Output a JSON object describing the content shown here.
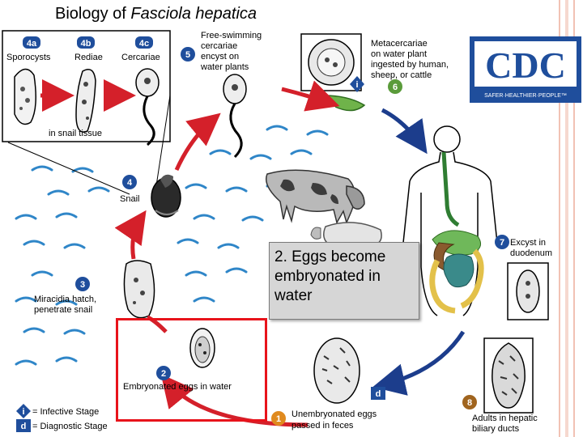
{
  "title": {
    "main": "Biology of ",
    "species": "Fasciola hepatica"
  },
  "logo": {
    "text": "CDC",
    "tagline": "SAFER·HEALTHIER·PEOPLE™"
  },
  "callout": {
    "text": "2. Eggs become embryonated in water"
  },
  "stages": {
    "s4a": {
      "num": "4a",
      "label": "Sporocysts"
    },
    "s4b": {
      "num": "4b",
      "label": "Rediae"
    },
    "s4c": {
      "num": "4c",
      "label": "Cercariae"
    },
    "snail_tissue": "in snail tissue",
    "s5": {
      "num": "5",
      "lines": [
        "Free-swimming",
        "cercariae",
        "encyst on",
        "water plants"
      ]
    },
    "s6": {
      "num": "6",
      "lines": [
        "Metacercariae",
        "on water plant",
        "ingested by human,",
        "sheep, or cattle"
      ]
    },
    "s4": {
      "num": "4",
      "label": "Snail"
    },
    "s3": {
      "num": "3",
      "lines": [
        "Miracidia hatch,",
        "penetrate snail"
      ]
    },
    "s2": {
      "num": "2",
      "label": "Embryonated eggs in water"
    },
    "s1": {
      "num": "1",
      "lines": [
        "Unembryonated eggs",
        "passed in feces"
      ]
    },
    "s7": {
      "num": "7",
      "lines": [
        "Excyst in",
        "duodenum"
      ]
    },
    "s8": {
      "num": "8",
      "lines": [
        "Adults in hepatic",
        "biliary ducts"
      ]
    }
  },
  "legend": {
    "infective": {
      "symbol": "i",
      "label": "= Infective Stage"
    },
    "diagnostic": {
      "symbol": "d",
      "label": "= Diagnostic Stage"
    }
  },
  "colors": {
    "arrow_red": "#d4202a",
    "arrow_blue": "#1c3d8c",
    "highlight": "#e8131b",
    "badge_blue": "#1f4e9c",
    "badge_green": "#5a9b3a",
    "badge_orange": "#e08a1e",
    "badge_brown": "#a0641e"
  }
}
